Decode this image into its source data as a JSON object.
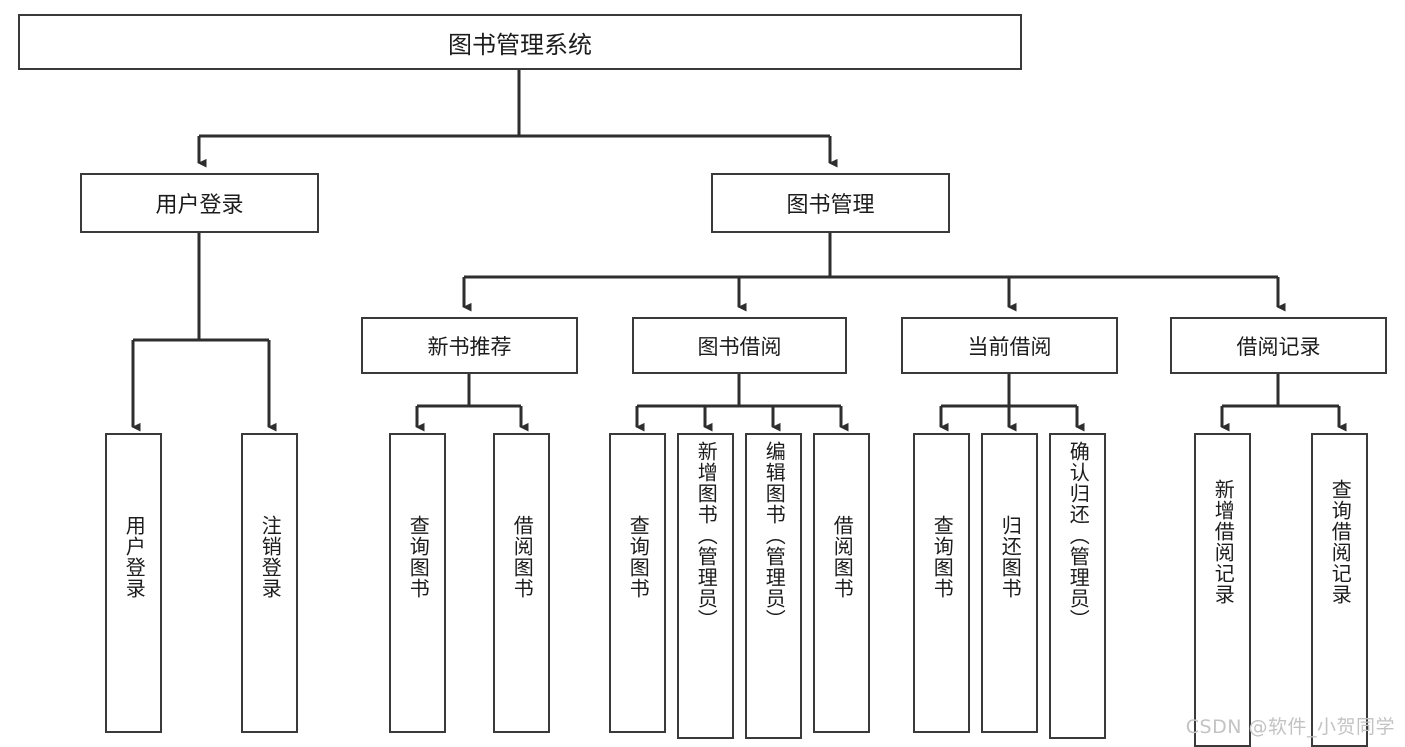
{
  "diagram": {
    "title": "图书管理系统",
    "type": "hierarchy-tree",
    "colors": {
      "border": "#3a3a3a",
      "background": "#ffffff",
      "text": "#1c1c1c",
      "edge": "#2e2e2e",
      "watermark": "#c3c3c3"
    },
    "root": {
      "label": "图书管理系统"
    },
    "level1": [
      {
        "label": "用户登录"
      },
      {
        "label": "图书管理"
      }
    ],
    "level2": [
      {
        "label": "新书推荐"
      },
      {
        "label": "图书借阅"
      },
      {
        "label": "当前借阅"
      },
      {
        "label": "借阅记录"
      }
    ],
    "leaves": {
      "user_login": [
        {
          "label": "用户登录"
        },
        {
          "label": "注销登录"
        }
      ],
      "new_book_recommend": [
        {
          "label": "查询图书"
        },
        {
          "label": "借阅图书"
        }
      ],
      "book_borrow": [
        {
          "label": "查询图书"
        },
        {
          "label": "新增图书（管理员）"
        },
        {
          "label": "编辑图书（管理员）"
        },
        {
          "label": "借阅图书"
        }
      ],
      "current_borrow": [
        {
          "label": "查询图书"
        },
        {
          "label": "归还图书"
        },
        {
          "label": "确认归还（管理员）"
        }
      ],
      "borrow_record": [
        {
          "label": "新增借阅记录"
        },
        {
          "label": "查询借阅记录"
        }
      ]
    }
  },
  "watermark": {
    "text": "CSDN @软件_小贺同学"
  }
}
